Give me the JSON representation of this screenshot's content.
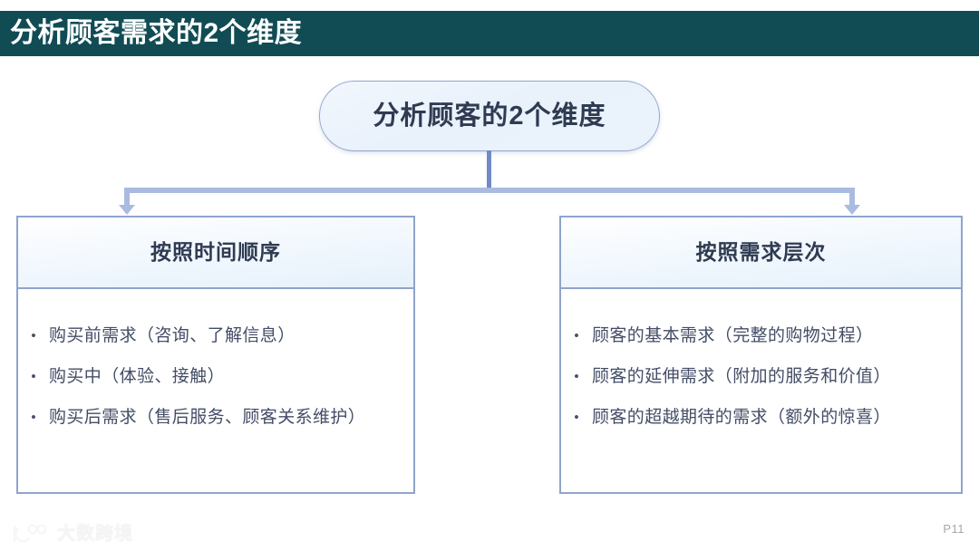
{
  "slide": {
    "title": "分析顾客需求的2个维度",
    "page_label": "P11",
    "colors": {
      "title_band": "#114c54",
      "title_text": "#ffffff",
      "node_border": "#93a8cf",
      "box_border": "#8fa4cc",
      "connector_stem": "#7189c4",
      "connector_bar": "#aabbe0",
      "body_text": "#434d66",
      "heading_text": "#2f3b52"
    }
  },
  "diagram": {
    "root": {
      "label": "分析顾客的2个维度",
      "shape": "rounded-pill"
    },
    "branches": [
      {
        "title": "按照时间顺序",
        "bullet_marker": "•",
        "items": [
          "购买前需求（咨询、了解信息）",
          "购买中（体验、接触）",
          "购买后需求（售后服务、顾客关系维护）"
        ]
      },
      {
        "title": "按照需求层次",
        "bullet_marker": "•",
        "items": [
          "顾客的基本需求（完整的购物过程）",
          "顾客的延伸需求（附加的服务和价值）",
          "顾客的超越期待的需求（额外的惊喜）"
        ]
      }
    ]
  },
  "footer": {
    "watermark_text": "大数跨境",
    "watermark_icon": "circles-logo-icon"
  }
}
